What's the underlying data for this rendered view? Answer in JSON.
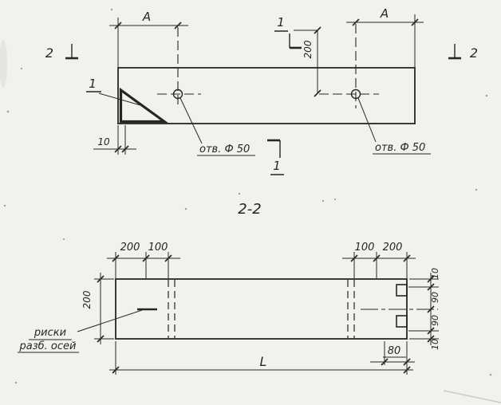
{
  "drawing": {
    "colors": {
      "ink": "#262626",
      "paper": "#f3f1ec"
    },
    "top_view": {
      "dim_a_left": "A",
      "dim_a_right": "A",
      "detail_mark": "1",
      "section_mark_1_top": "1",
      "section_mark_1_bottom": "1",
      "section_mark_2_left": "2",
      "section_mark_2_right": "2",
      "dim_200": "200",
      "dim_10": "10",
      "hole_label_left": "отв. Ф 50",
      "hole_label_right": "отв. Ф 50"
    },
    "section_view": {
      "title": "2-2",
      "dim_top_left_outer": "200",
      "dim_top_left_inner": "100",
      "dim_top_right_inner": "100",
      "dim_top_right_outer": "200",
      "dim_left_height": "200",
      "dim_right_top_10": "10",
      "dim_right_upper_90": "90",
      "dim_right_lower_90": "90",
      "dim_right_bottom_10": "10",
      "dim_80": "80",
      "dim_length": "L",
      "axes_label_line1": "риски",
      "axes_label_line2": "разб. осей"
    }
  }
}
